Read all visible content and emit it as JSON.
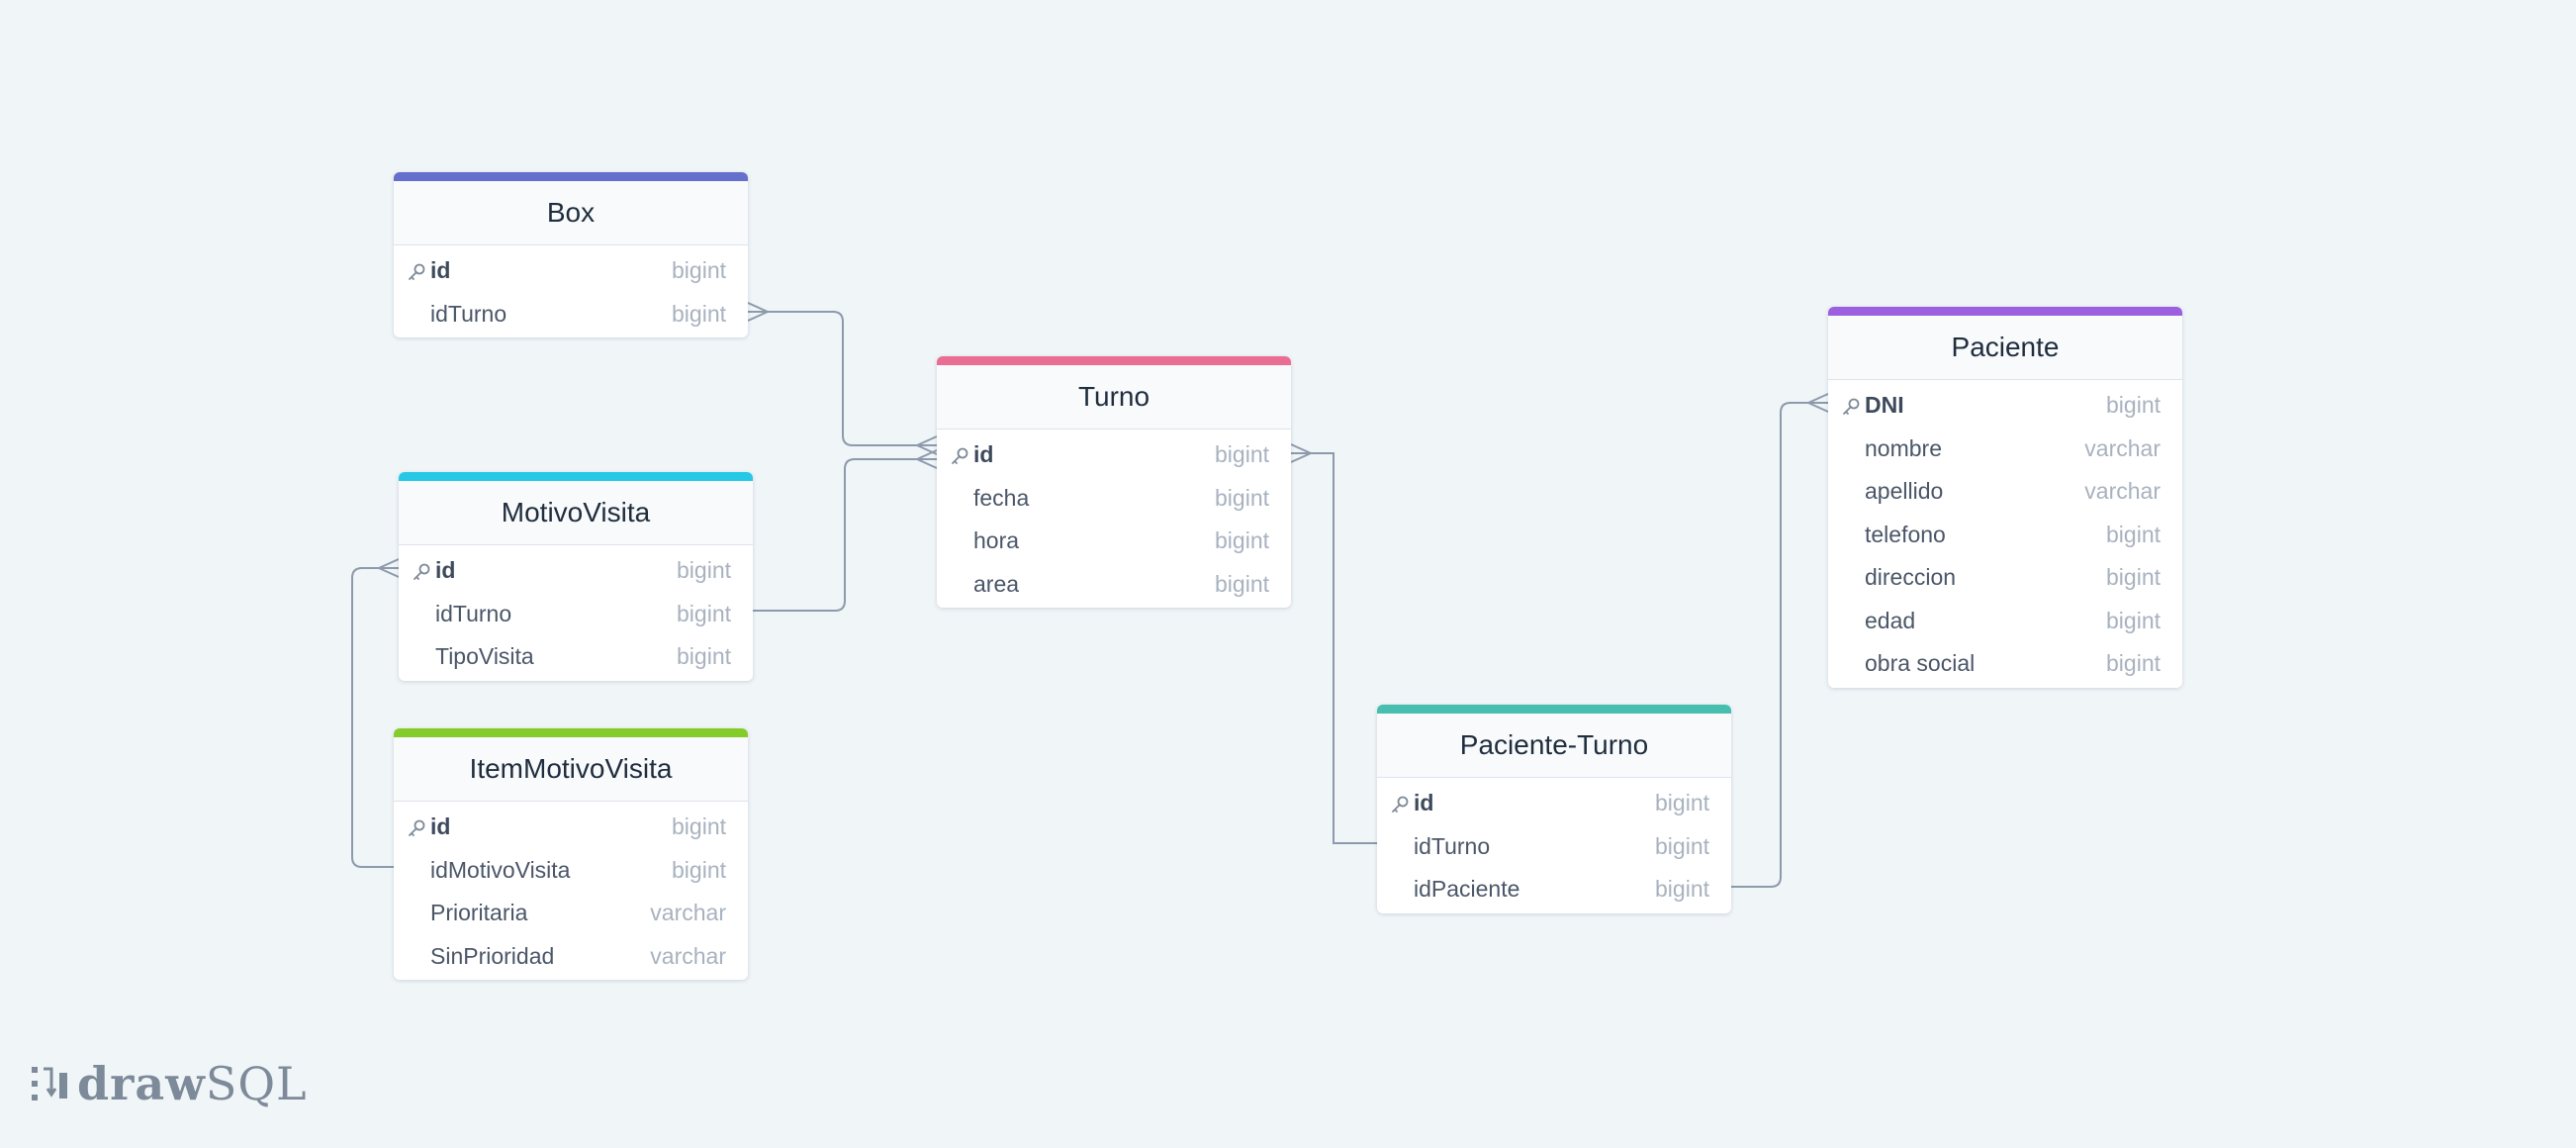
{
  "app": {
    "logo_bold": "draw",
    "logo_light": "SQL"
  },
  "colors": {
    "background": "#f0f5f8",
    "connector": "#8c9aab",
    "box": "#6470cc",
    "turno": "#ea6d93",
    "motivo": "#26c9e5",
    "item": "#84cc2a",
    "paciente": "#9b5fe0",
    "pacienteTurno": "#47bfae"
  },
  "tables": [
    {
      "id": "box",
      "name": "Box",
      "accent": "box",
      "fields": [
        {
          "name": "id",
          "type": "bigint",
          "pk": true
        },
        {
          "name": "idTurno",
          "type": "bigint"
        }
      ]
    },
    {
      "id": "turno",
      "name": "Turno",
      "accent": "turno",
      "fields": [
        {
          "name": "id",
          "type": "bigint",
          "pk": true
        },
        {
          "name": "fecha",
          "type": "bigint"
        },
        {
          "name": "hora",
          "type": "bigint"
        },
        {
          "name": "area",
          "type": "bigint"
        }
      ]
    },
    {
      "id": "motivovisita",
      "name": "MotivoVisita",
      "accent": "motivo",
      "fields": [
        {
          "name": "id",
          "type": "bigint",
          "pk": true
        },
        {
          "name": "idTurno",
          "type": "bigint"
        },
        {
          "name": "TipoVisita",
          "type": "bigint"
        }
      ]
    },
    {
      "id": "itemmotivovisita",
      "name": "ItemMotivoVisita",
      "accent": "item",
      "fields": [
        {
          "name": "id",
          "type": "bigint",
          "pk": true
        },
        {
          "name": "idMotivoVisita",
          "type": "bigint"
        },
        {
          "name": "Prioritaria",
          "type": "varchar"
        },
        {
          "name": "SinPrioridad",
          "type": "varchar"
        }
      ]
    },
    {
      "id": "paciente",
      "name": "Paciente",
      "accent": "paciente",
      "fields": [
        {
          "name": "DNI",
          "type": "bigint",
          "pk": true
        },
        {
          "name": "nombre",
          "type": "varchar"
        },
        {
          "name": "apellido",
          "type": "varchar"
        },
        {
          "name": "telefono",
          "type": "bigint"
        },
        {
          "name": "direccion",
          "type": "bigint"
        },
        {
          "name": "edad",
          "type": "bigint"
        },
        {
          "name": "obra social",
          "type": "bigint"
        }
      ]
    },
    {
      "id": "paciente-turno",
      "name": "Paciente-Turno",
      "accent": "pacienteTurno",
      "fields": [
        {
          "name": "id",
          "type": "bigint",
          "pk": true
        },
        {
          "name": "idTurno",
          "type": "bigint"
        },
        {
          "name": "idPaciente",
          "type": "bigint"
        }
      ]
    }
  ],
  "relations": [
    {
      "from": "box.idTurno",
      "to": "turno.id"
    },
    {
      "from": "motivovisita.idTurno",
      "to": "turno.id"
    },
    {
      "from": "itemmotivovisita.idMotivoVisita",
      "to": "motivovisita.id"
    },
    {
      "from": "paciente-turno.idTurno",
      "to": "turno.id"
    },
    {
      "from": "paciente-turno.idPaciente",
      "to": "paciente.DNI"
    }
  ]
}
